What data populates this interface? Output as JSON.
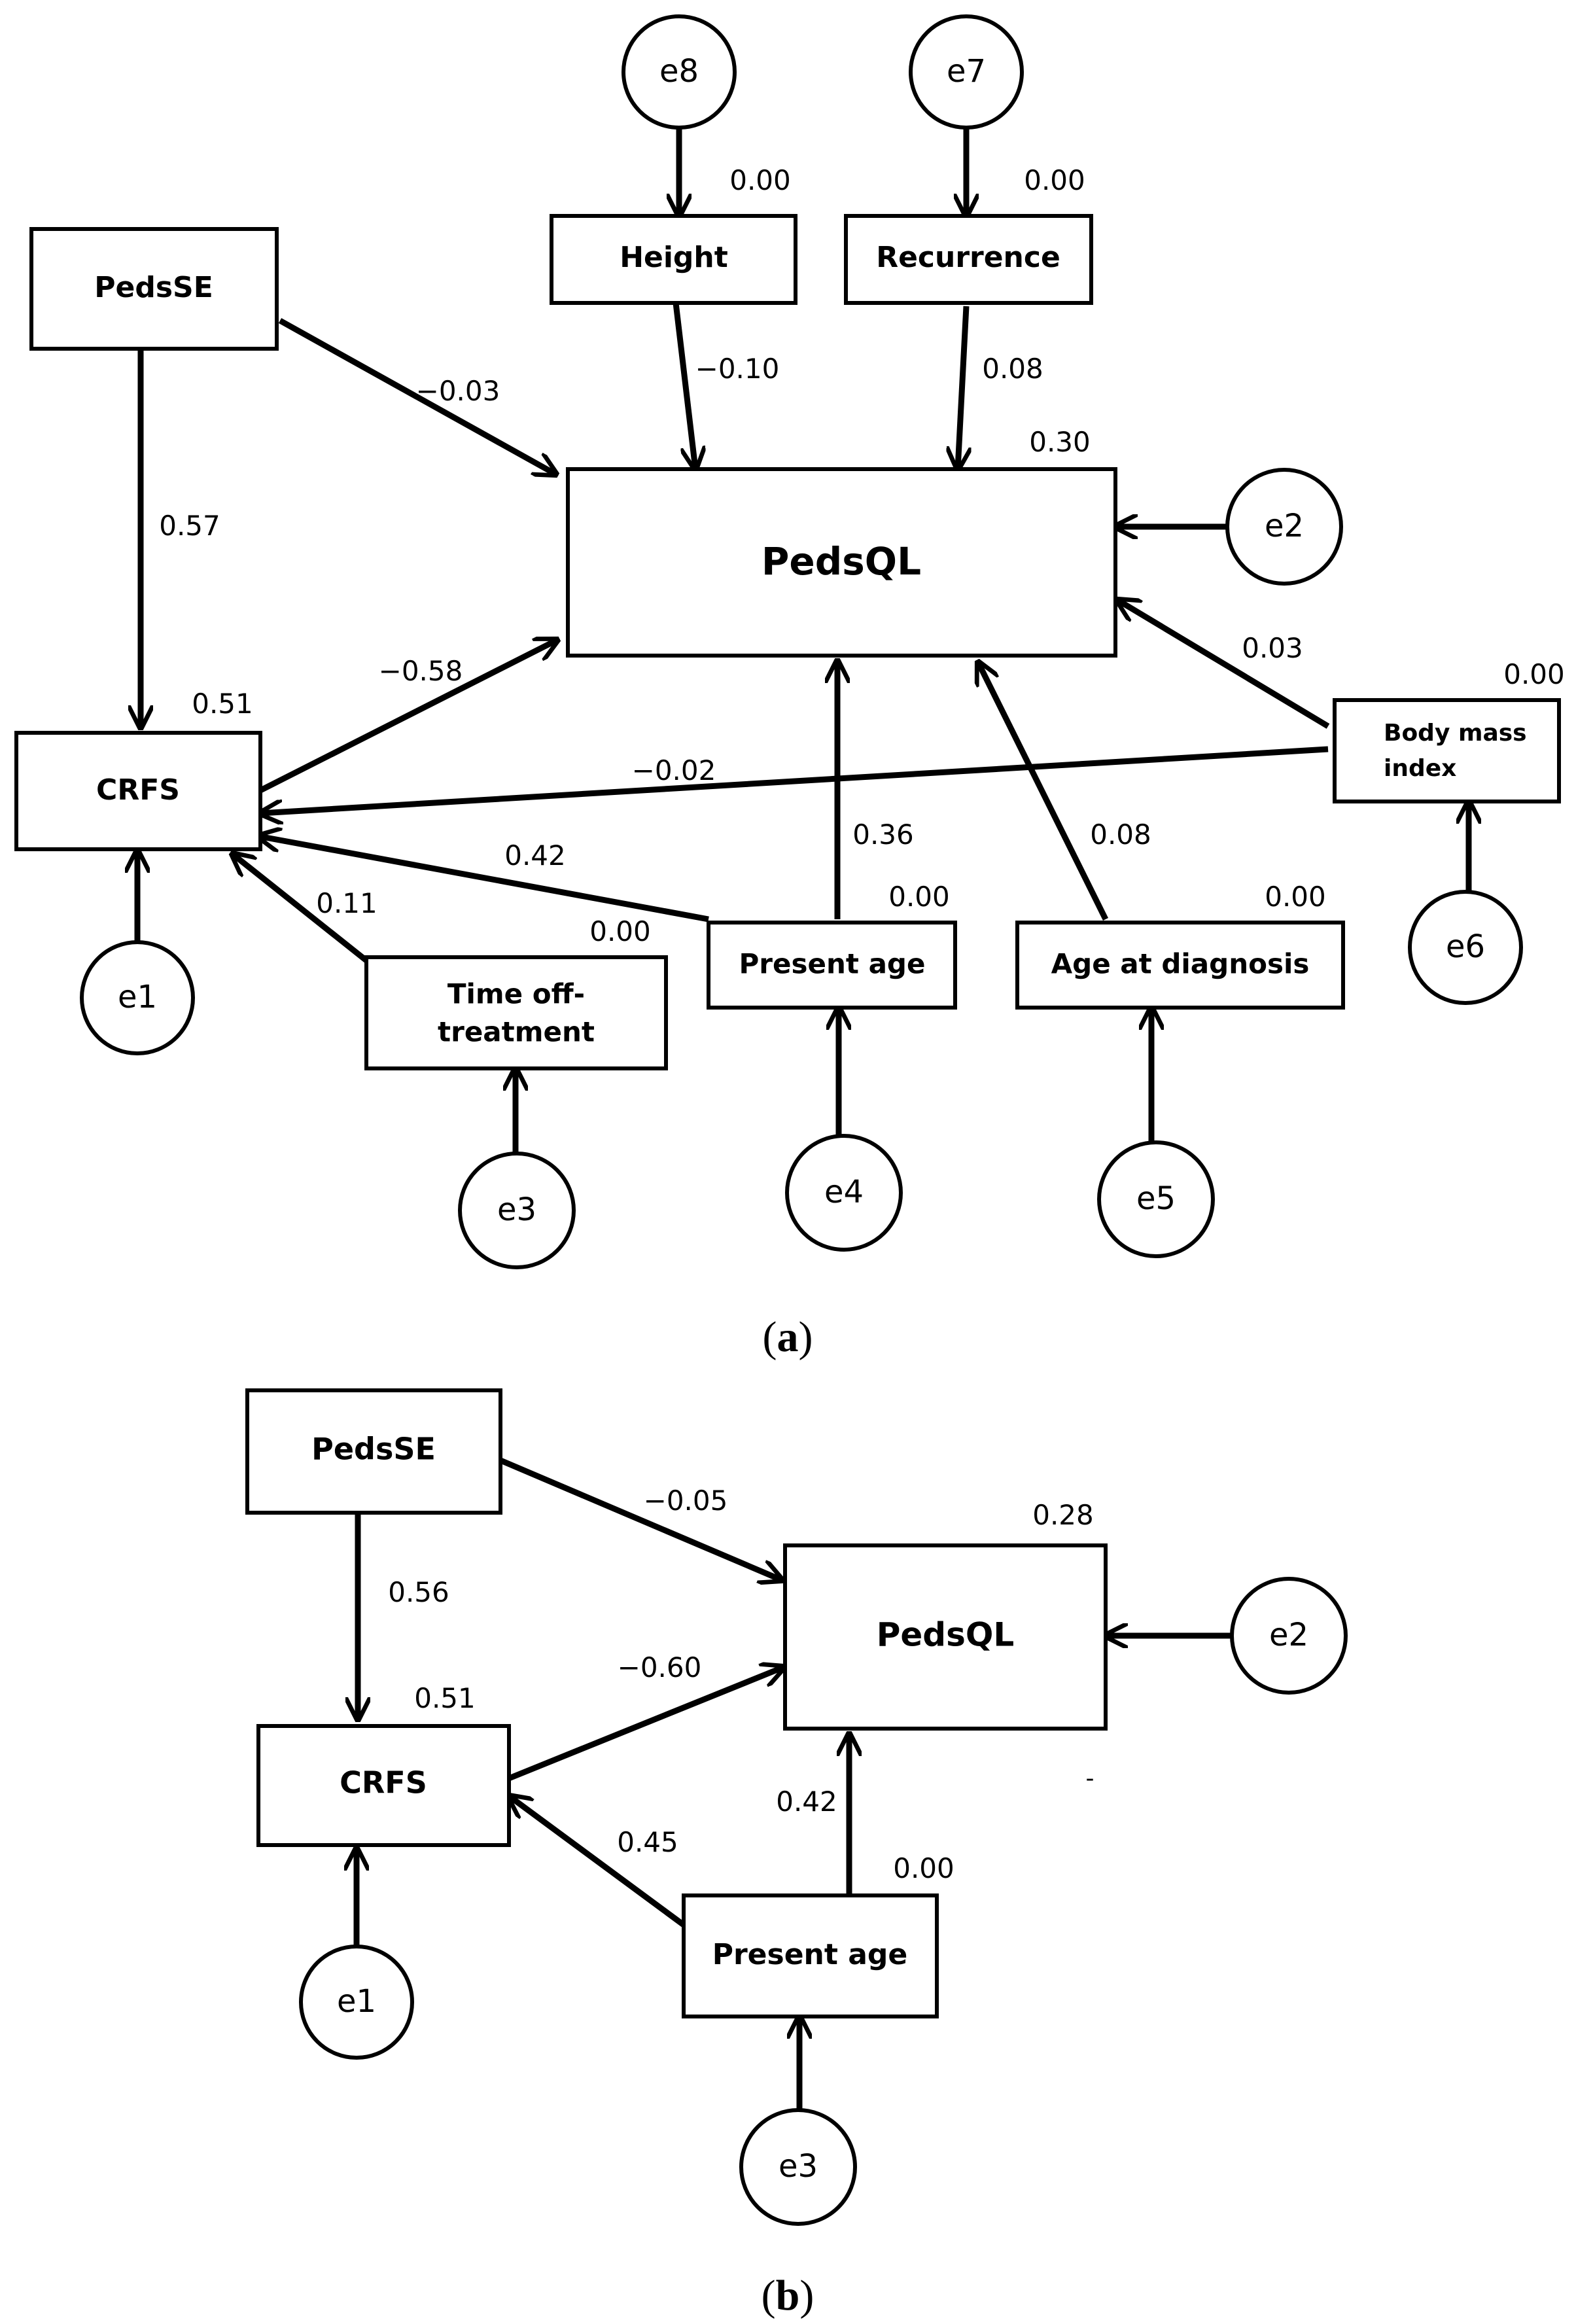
{
  "panel_a": {
    "label_open": "(",
    "label_letter": "a",
    "label_close": ")",
    "nodes": {
      "pedsse": "PedsSE",
      "height": "Height",
      "recurrence": "Recurrence",
      "pedsql": "PedsQL",
      "crfs": "CRFS",
      "time_off_1": "Time off-",
      "time_off_2": "treatment",
      "present_age": "Present age",
      "age_at_diagnosis": "Age at diagnosis",
      "bmi_1": "Body mass",
      "bmi_2": "index"
    },
    "errors": {
      "e1": "e1",
      "e2": "e2",
      "e3": "e3",
      "e4": "e4",
      "e5": "e5",
      "e6": "e6",
      "e7": "e7",
      "e8": "e8"
    },
    "r_squared": {
      "height": "0.00",
      "recurrence": "0.00",
      "pedsql": "0.30",
      "crfs": "0.51",
      "bmi": "0.00",
      "time_off": "0.00",
      "present_age": "0.00",
      "age_at_diagnosis": "0.00"
    },
    "paths": {
      "pedsse_pedsql": "−0.03",
      "height_pedsql": "−0.10",
      "recurrence_pedsql": "0.08",
      "pedsse_crfs": "0.57",
      "crfs_pedsql": "−0.58",
      "bmi_pedsql": "0.03",
      "bmi_crfs": "−0.02",
      "present_age_crfs": "0.42",
      "present_age_pedsql": "0.36",
      "age_dx_pedsql": "0.08",
      "time_off_crfs": "0.11"
    }
  },
  "panel_b": {
    "label_open": "(",
    "label_letter": "b",
    "label_close": ")",
    "nodes": {
      "pedsse": "PedsSE",
      "pedsql": "PedsQL",
      "crfs": "CRFS",
      "present_age": "Present age"
    },
    "errors": {
      "e1": "e1",
      "e2": "e2",
      "e3": "e3"
    },
    "r_squared": {
      "pedsql": "0.28",
      "crfs": "0.51",
      "present_age": "0.00"
    },
    "paths": {
      "pedsse_pedsql": "−0.05",
      "pedsse_crfs": "0.56",
      "crfs_pedsql": "−0.60",
      "present_age_pedsql": "0.42",
      "present_age_crfs": "0.45"
    },
    "stray_mark": "-"
  }
}
